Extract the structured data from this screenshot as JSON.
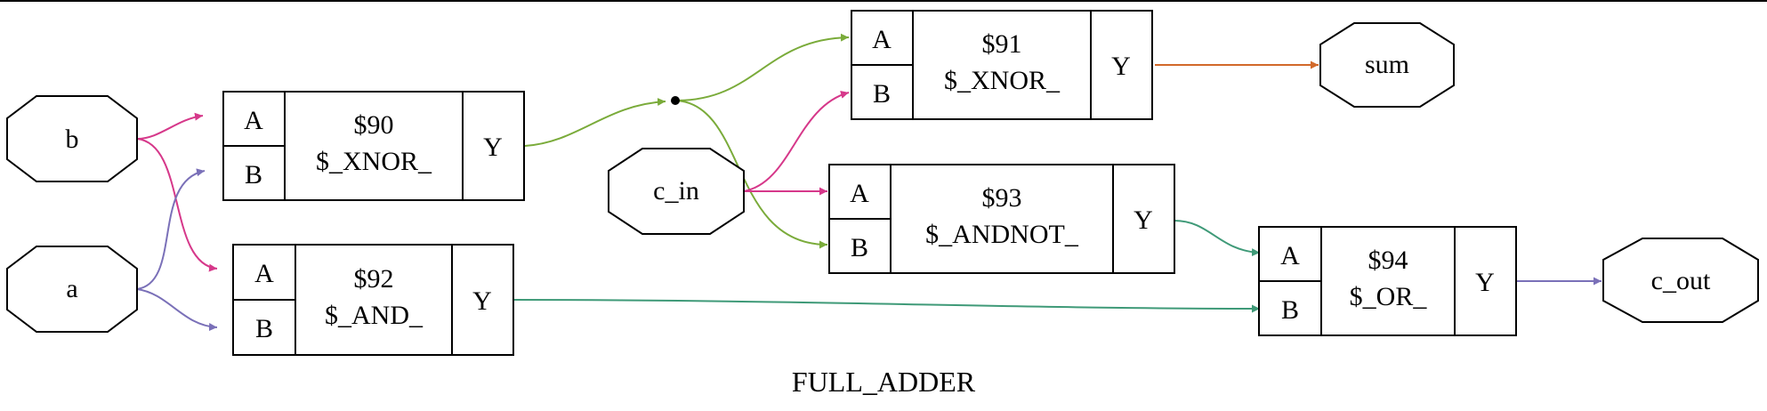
{
  "title": "FULL_ADDER",
  "ports": {
    "b": "b",
    "a": "a",
    "c_in": "c_in",
    "sum": "sum",
    "c_out": "c_out"
  },
  "cells": {
    "c90": {
      "id": "$90",
      "type": "$_XNOR_",
      "in_a": "A",
      "in_b": "B",
      "out": "Y"
    },
    "c91": {
      "id": "$91",
      "type": "$_XNOR_",
      "in_a": "A",
      "in_b": "B",
      "out": "Y"
    },
    "c92": {
      "id": "$92",
      "type": "$_AND_",
      "in_a": "A",
      "in_b": "B",
      "out": "Y"
    },
    "c93": {
      "id": "$93",
      "type": "$_ANDNOT_",
      "in_a": "A",
      "in_b": "B",
      "out": "Y"
    },
    "c94": {
      "id": "$94",
      "type": "$_OR_",
      "in_a": "A",
      "in_b": "B",
      "out": "Y"
    }
  },
  "colors": {
    "b_net": "#d6388a",
    "a_net": "#7a70b8",
    "c_in_net": "#d6388a",
    "xnor90_net": "#7aab3a",
    "and92_net": "#3f9a78",
    "andnot93_net": "#3f9a78",
    "sum_net": "#d2692a",
    "c_out_net": "#7a70b8"
  }
}
